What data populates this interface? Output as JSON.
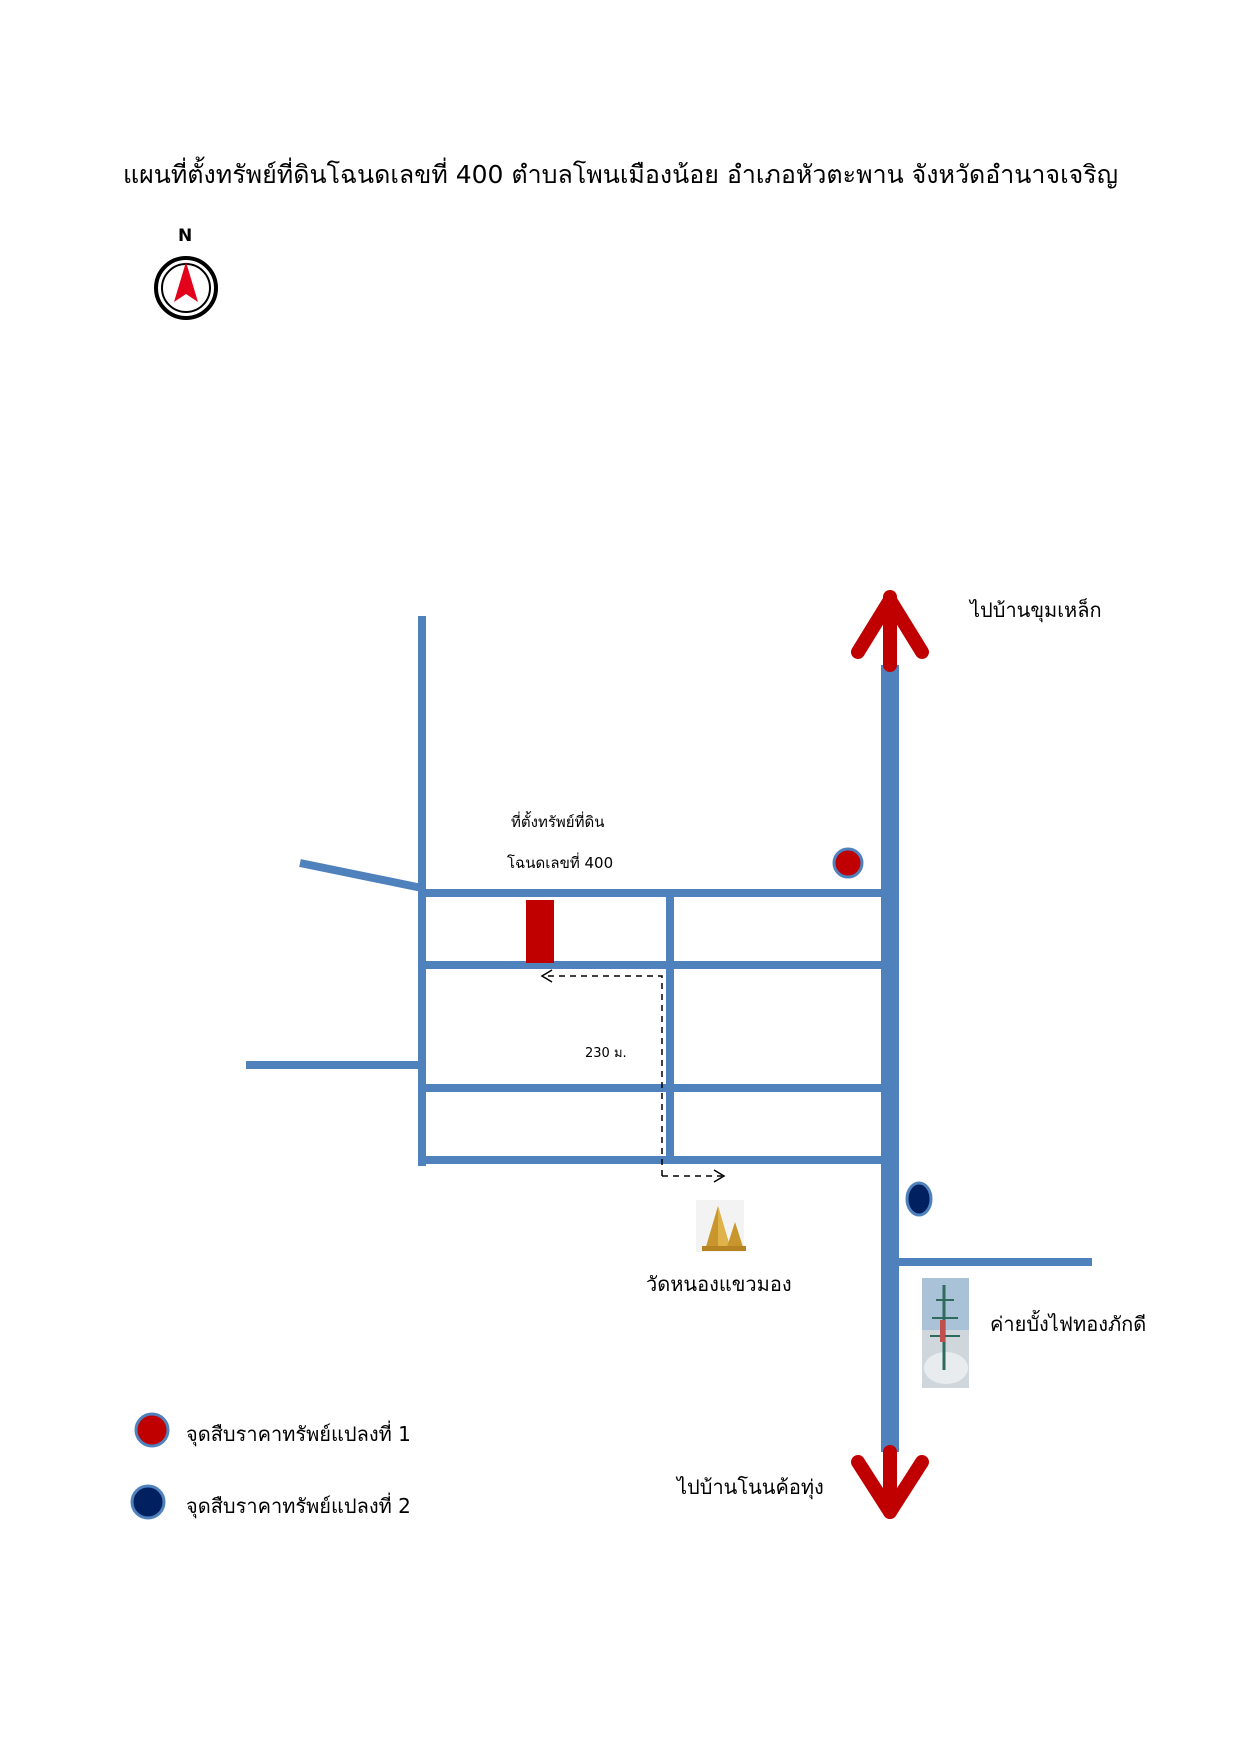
{
  "title": "แผนที่ตั้งทรัพย์ที่ดินโฉนดเลขที่ 400  ตำบลโพนเมืองน้อย  อำเภอหัวตะพาน  จังหวัดอำนาจเจริญ",
  "compass": {
    "letter": "N",
    "icon": "north-arrow-icon"
  },
  "property": {
    "line1": "ที่ตั้งทรัพย์ที่ดิน",
    "line2": "โฉนดเลขที่  400",
    "color": "#c00000"
  },
  "distance_label": "230 ม.",
  "destinations": {
    "north": "ไปบ้านขุมเหล็ก",
    "south": "ไปบ้านโนนค้อทุ่ง"
  },
  "landmarks": {
    "temple": {
      "label": "วัดหนองแขวมอง",
      "icon": "pagoda-icon"
    },
    "camp": {
      "label": "ค่ายบั้งไฟทองภักดี",
      "icon": "rocket-tower-photo"
    }
  },
  "legend": [
    {
      "label": "จุดสืบราคาทรัพย์แปลงที่  1",
      "color": "#c00000"
    },
    {
      "label": "จุดสืบราคาทรัพย์แปลงที่  2",
      "color": "#002060"
    }
  ],
  "colors": {
    "road": "#4f81bd",
    "arrow": "#c00000",
    "marker_border": "#4f81bd"
  }
}
